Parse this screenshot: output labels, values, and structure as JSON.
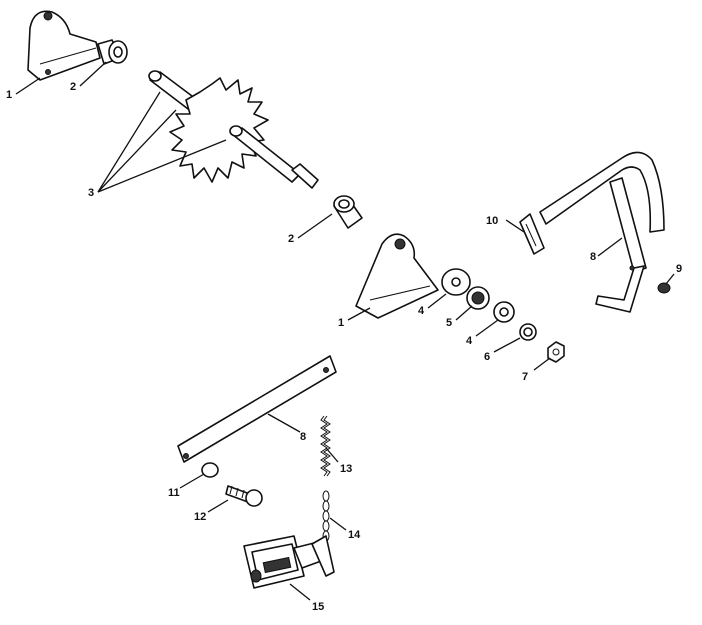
{
  "diagram": {
    "callouts": {
      "c1a": "1",
      "c2a": "2",
      "c3": "3",
      "c2b": "2",
      "c10": "10",
      "c8a": "8",
      "c9": "9",
      "c4a": "4",
      "c1b": "1",
      "c5": "5",
      "c4b": "4",
      "c6": "6",
      "c7": "7",
      "c8b": "8",
      "c13": "13",
      "c11": "11",
      "c12": "12",
      "c14": "14",
      "c15": "15"
    }
  }
}
